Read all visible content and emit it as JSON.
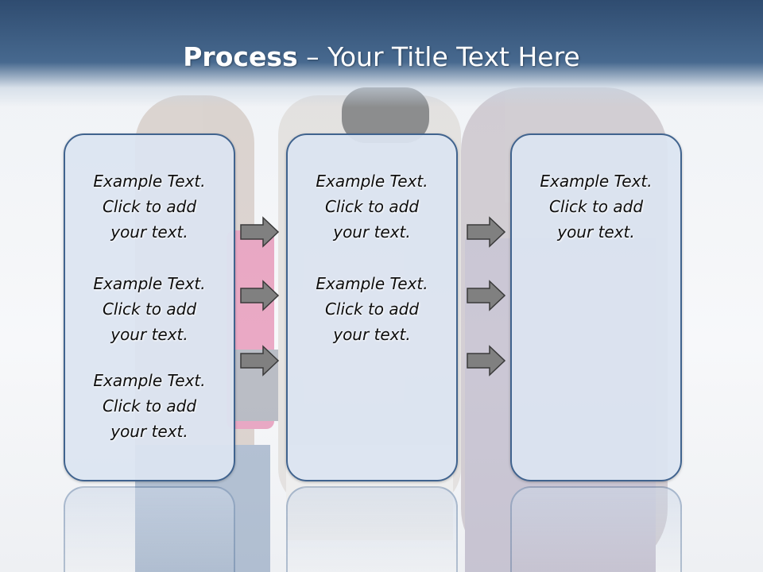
{
  "slide": {
    "title_bold": "Process",
    "title_rest": " – Your Title Text Here"
  },
  "panels": [
    {
      "blocks": [
        {
          "lines": [
            "Example Text.",
            "Click  to add",
            "your text."
          ]
        },
        {
          "lines": [
            "Example Text.",
            "Click  to add",
            "your text."
          ]
        },
        {
          "lines": [
            "Example Text.",
            "Click  to add",
            "your text."
          ]
        }
      ]
    },
    {
      "blocks": [
        {
          "lines": [
            "Example Text.",
            "Click  to add",
            "your text."
          ]
        },
        {
          "lines": [
            "Example Text.",
            "Click  to add",
            "your text."
          ]
        }
      ]
    },
    {
      "blocks": [
        {
          "lines": [
            "Example Text.",
            "Click  to add",
            "your text."
          ]
        }
      ]
    }
  ],
  "arrows": {
    "icon": "right-arrow-icon",
    "fill": "#808080",
    "stroke": "#3a3a3a",
    "count_per_gap": 3
  },
  "colors": {
    "header_dark": "#2f4c70",
    "panel_border": "#40638e",
    "panel_fill": "#dbe4f1"
  }
}
